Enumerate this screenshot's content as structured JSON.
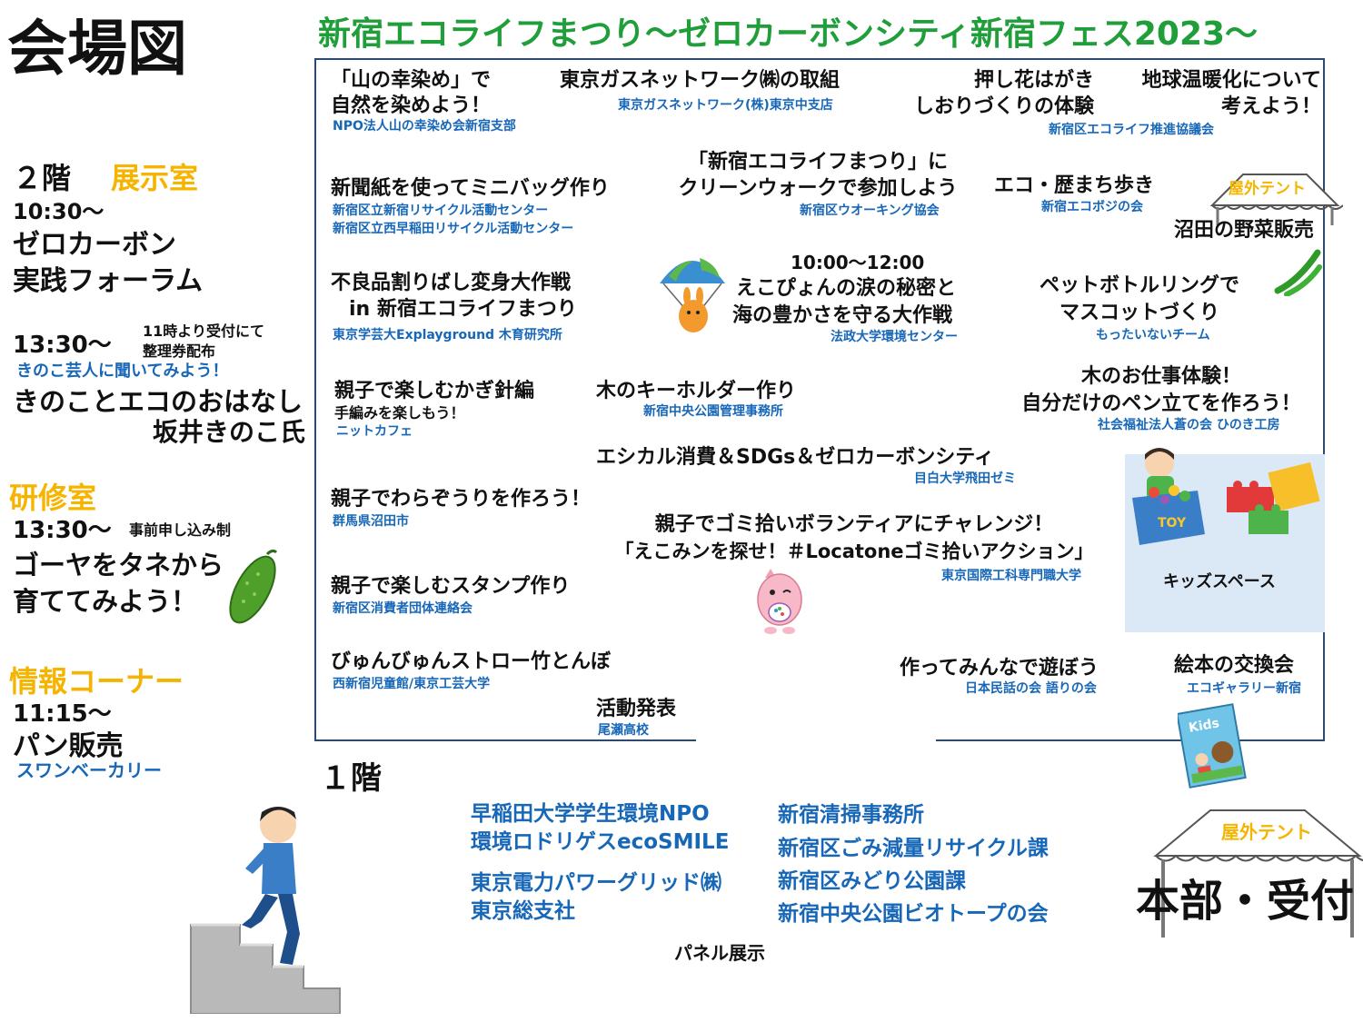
{
  "header": {
    "map_title": "会場図",
    "event_title": "新宿エコライフまつり〜ゼロカーボンシティ新宿フェス2023〜"
  },
  "left": {
    "floor2": "２階",
    "exhibit_room": "展示室",
    "t1": "10:30〜",
    "forum_line1": "ゼロカーボン",
    "forum_line2": "実践フォーラム",
    "t2": "13:30〜",
    "ticket_note_1": "11時より受付にて",
    "ticket_note_2": "整理券配布",
    "kinoko_sub": "きのこ芸人に聞いてみよう！",
    "kinoko_title": "きのことエコのおはなし",
    "kinoko_person": "坂井きのこ氏",
    "training_room": "研修室",
    "t3": "13:30〜",
    "prereg": "事前申し込み制",
    "goya_1": "ゴーヤをタネから",
    "goya_2": "育ててみよう！",
    "info_corner": "情報コーナー",
    "t4": "11:15〜",
    "bread": "パン販売",
    "bakery": "スワンベーカリー"
  },
  "room": {
    "yama_1": "「山の幸染め」で",
    "yama_2": "自然を染めよう！",
    "yama_org": "NPO法人山の幸染め会新宿支部",
    "gas_title": "東京ガスネットワーク㈱の取組",
    "gas_org": "東京ガスネットワーク(株)東京中支店",
    "oshibana_1": "押し花はがき",
    "oshibana_2": "しおりづくりの体験",
    "ondan_1": "地球温暖化について",
    "ondan_2": "考えよう！",
    "ecolife_org": "新宿区エコライフ推進協議会",
    "shinbun_title": "新聞紙を使ってミニバッグ作り",
    "shinbun_org1": "新宿区立新宿リサイクル活動センター",
    "shinbun_org2": "新宿区立西早稲田リサイクル活動センター",
    "walk_1": "「新宿エコライフまつり」に",
    "walk_2": "クリーンウォークで参加しよう",
    "walk_org": "新宿区ウオーキング協会",
    "reki_title": "エコ・歴まち歩き",
    "reki_org": "新宿エコボジの会",
    "tent_label": "屋外テント",
    "numata_veg": "沼田の野菜販売",
    "furyo_1": "不良品割りばし変身大作戦",
    "furyo_2": "in 新宿エコライフまつり",
    "furyo_org": "東京学芸大Explayground 木育研究所",
    "ecopyon_time": "10:00〜12:00",
    "ecopyon_1": "えこぴょんの涙の秘密と",
    "ecopyon_2": "海の豊かさを守る大作戦",
    "ecopyon_org": "法政大学環境センター",
    "pet_1": "ペットボトルリングで",
    "pet_2": "マスコットづくり",
    "pet_org": "もったいないチーム",
    "kagi_title": "親子で楽しむかぎ針編",
    "kagi_sub": "手編みを楽しもう！",
    "kagi_org": "ニットカフェ",
    "keyholder_title": "木のキーホルダー作り",
    "keyholder_org": "新宿中央公園管理事務所",
    "wood_1": "木のお仕事体験！",
    "wood_2": "自分だけのペン立てを作ろう！",
    "wood_org": "社会福祉法人蒼の会 ひのき工房",
    "ethical_title": "エシカル消費＆SDGs＆ゼロカーボンシティ",
    "ethical_org": "目白大学飛田ゼミ",
    "waraji_title": "親子でわらぞうりを作ろう！",
    "waraji_org": "群馬県沼田市",
    "gomi_1": "親子でゴミ拾いボランティアにチャレンジ！",
    "gomi_2": "「えこみンを探せ！＃Locatoneゴミ拾いアクション」",
    "gomi_org": "東京国際工科専門職大学",
    "kids_space": "キッズスペース",
    "toy_label": "TOY",
    "stamp_title": "親子で楽しむスタンプ作り",
    "stamp_org": "新宿区消費者団体連絡会",
    "straw_title": "びゅんびゅんストロー竹とんぼ",
    "straw_org": "西新宿児童館/東京工芸大学",
    "katsudo_title": "活動発表",
    "katsudo_org": "尾瀬高校",
    "asobo_title": "作ってみんなで遊ぼう",
    "asobo_org": "日本民話の会 語りの会",
    "ehon_title": "絵本の交換会",
    "ehon_org": "エコギャラリー新宿",
    "book_label": "Kids"
  },
  "floor1": {
    "label": "１階",
    "waseda_1": "早稲田大学学生環境NPO",
    "waseda_2": "環境ロドリゲスecoSMILE",
    "tepco_1": "東京電力パワーグリッド㈱",
    "tepco_2": "東京総支社",
    "seiso": "新宿清掃事務所",
    "gomigenryo": "新宿区ごみ減量リサイクル課",
    "midori": "新宿区みどり公園課",
    "biotope": "新宿中央公園ビオトープの会",
    "panel": "パネル展示",
    "tent_label": "屋外テント",
    "hq": "本部・受付"
  },
  "colors": {
    "title_green": "#1f9e3a",
    "accent_yellow": "#f5b400",
    "org_blue": "#1767b8",
    "room_border": "#2c4a6d",
    "kids_bg": "#dbe9f7"
  }
}
